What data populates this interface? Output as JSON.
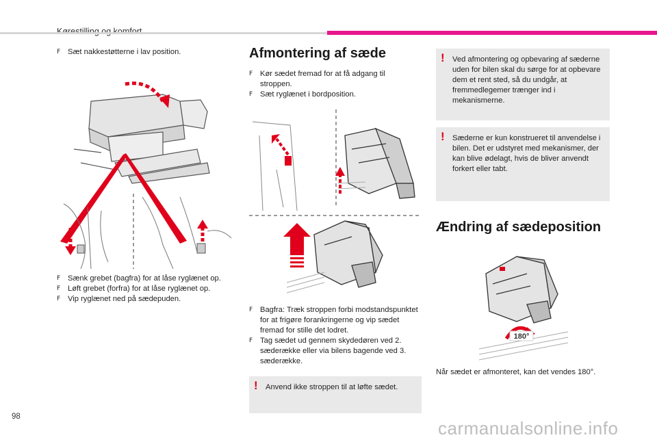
{
  "header": {
    "chapter_title": "Kørestilling og komfort"
  },
  "col1": {
    "top_bullet": "Sæt nakkestøtterne i lav position.",
    "bullets": [
      "Sænk grebet (bagfra) for at låse ryglænet op.",
      "Løft grebet (forfra) for at låse ryglænet op.",
      "Vip ryglænet ned på sædepuden."
    ]
  },
  "col2": {
    "heading": "Afmontering af sæde",
    "bullets_top": [
      "Kør sædet fremad for at få adgang til stroppen.",
      "Sæt ryglænet i bordposition."
    ],
    "bullets_bottom": [
      "Bagfra: Træk stroppen forbi modstandspunktet for at frigøre forankringerne og vip sædet fremad for stille det lodret.",
      "Tag sædet ud gennem skydedøren ved 2. sæderække eller via bilens bagende ved 3. sæderække."
    ],
    "warning": "Anvend ikke stroppen til at løfte sædet."
  },
  "col3": {
    "warning1": "Ved afmontering og opbevaring af sæderne uden for bilen skal du sørge for at opbevare dem et rent sted, så du undgår, at fremmedlegemer trænger ind i mekanismerne.",
    "warning2": "Sæderne er kun konstrueret til anvendelse i bilen. Det er udstyret med mekanismer, der kan blive ødelagt, hvis de bliver anvendt forkert eller tabt.",
    "heading": "Ændring af sædeposition",
    "rotation_label": "180°",
    "caption": "Når sædet er afmonteret, kan det vendes 180°."
  },
  "bullet_marker": "",
  "warning_mark": "!",
  "page_number": "98",
  "watermark": "carmanualsonline.info",
  "colors": {
    "accent_pink": "#e8168c",
    "warning_red": "#e0001b",
    "note_bg": "#e9e9e9"
  }
}
